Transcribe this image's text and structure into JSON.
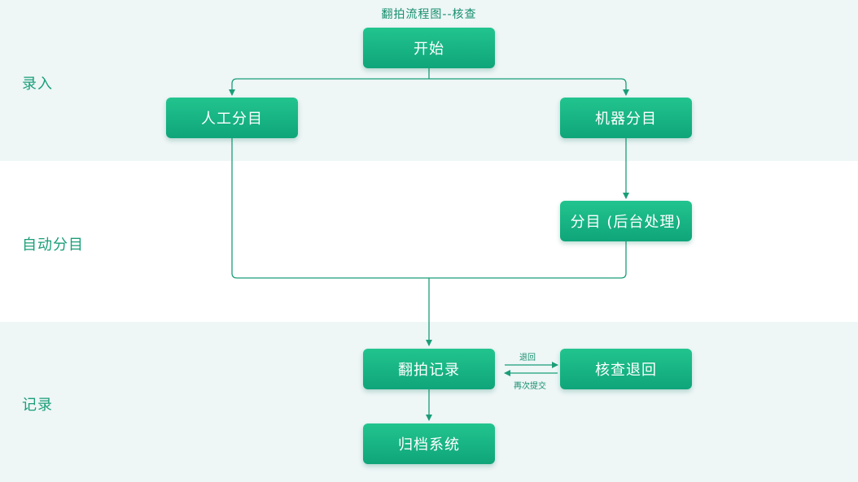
{
  "title": "翻拍流程图--核查",
  "lanes": [
    "录入",
    "自动分目",
    "记录"
  ],
  "nodes": {
    "start": "开始",
    "manual": "人工分目",
    "machine": "机器分目",
    "auto": "分目 (后台处理)",
    "record": "翻拍记录",
    "review_return": "核查退回",
    "archive": "归档系统"
  },
  "edge_labels": {
    "return": "退回",
    "resubmit": "再次提交"
  },
  "colors": {
    "accent": "#15b383",
    "line": "#1a9e78",
    "band": "#eef6f6"
  }
}
